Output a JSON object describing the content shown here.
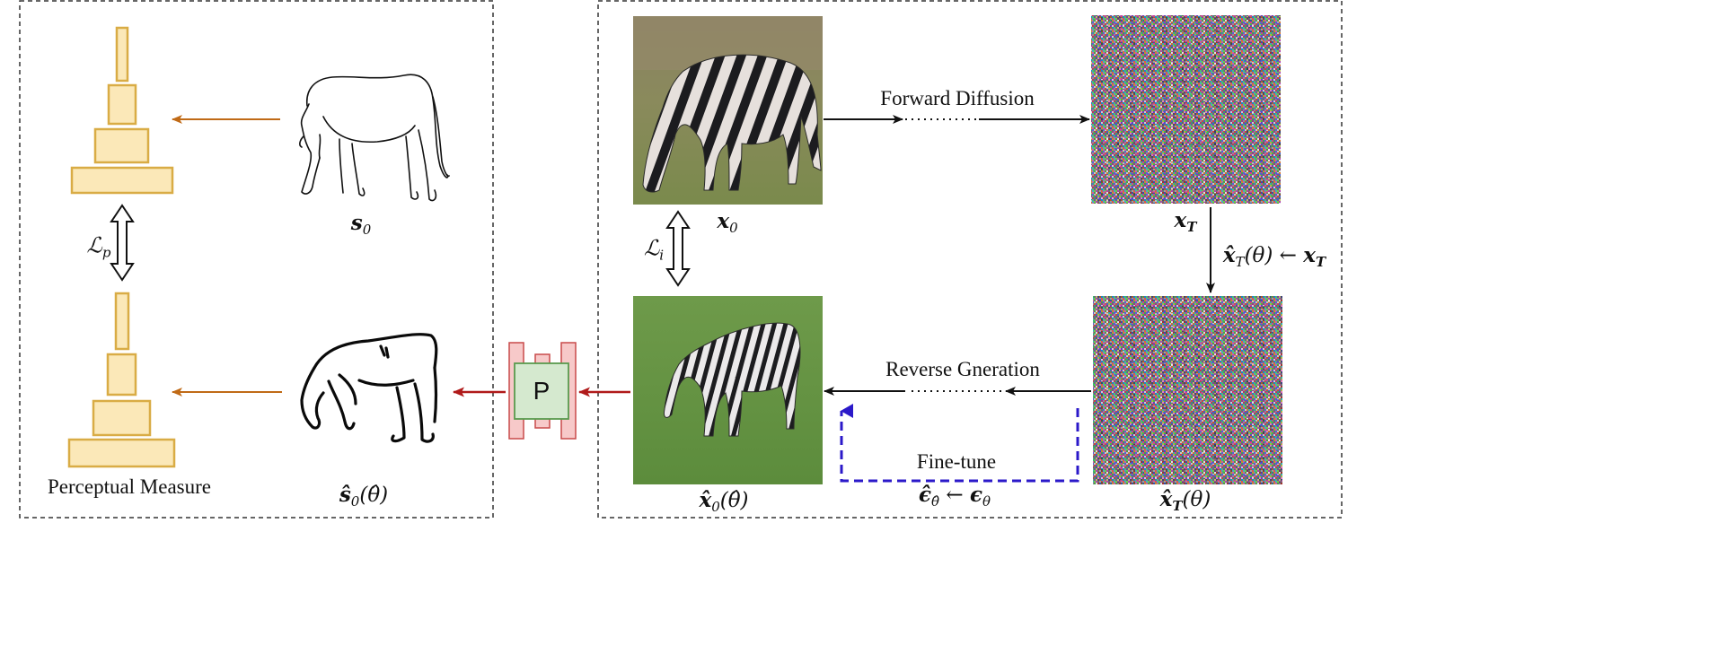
{
  "left_panel": {
    "loss_label": "ℒ",
    "loss_sub": "p",
    "caption": "Perceptual Measure",
    "sketch_top_label": "s",
    "sketch_top_sub": "0",
    "sketch_bottom_label": "ŝ",
    "sketch_bottom_sub": "0",
    "sketch_bottom_arg": "(θ̂)"
  },
  "middle": {
    "network_label": "P"
  },
  "right_panel": {
    "x0_label": "x",
    "x0_sub": "0",
    "xT_label": "x",
    "xT_sub": "T",
    "loss_label": "ℒ",
    "loss_sub": "i",
    "forward_label": "Forward Diffusion",
    "reverse_label": "Reverse Gneration",
    "finetune_label": "Fine-tune",
    "assign_xT_lhs": "x̂",
    "assign_xT_lhs_sub": "T",
    "assign_xT_arg": "(θ) ←",
    "assign_xT_rhs": "x",
    "assign_xT_rhs_sub": "T",
    "eps_lhs": "ϵ̂",
    "eps_lhs_sub": "θ̂",
    "eps_arrow": "←",
    "eps_rhs": "ϵ",
    "eps_rhs_sub": "θ",
    "xhat0_label": "x̂",
    "xhat0_sub": "0",
    "xhat0_arg": "(θ̂)",
    "xhatT_label": "x̂",
    "xhatT_sub": "T",
    "xhatT_arg": "(θ)"
  },
  "colors": {
    "pyramid_fill": "#fbe8b8",
    "pyramid_stroke": "#d9ac45",
    "orange_arrow": "#c06a16",
    "red_arrow": "#b01a1a",
    "net_outer_fill": "#f7c9c9",
    "net_outer_stroke": "#c84a4a",
    "net_inner_fill": "#d5e9cf",
    "net_inner_stroke": "#5a9a4e",
    "finetune_arrow": "#2b19c9",
    "frame": "#333333"
  }
}
